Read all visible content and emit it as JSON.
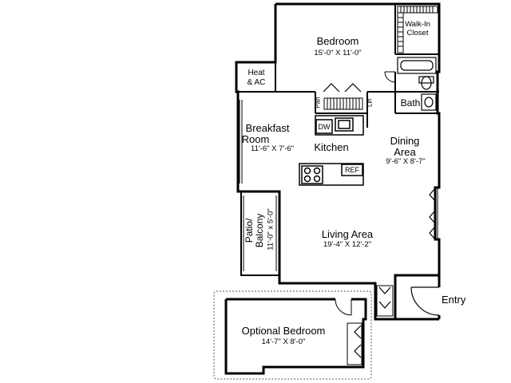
{
  "plan": {
    "rooms": {
      "bedroom": {
        "name": "Bedroom",
        "dims": "15'-0\" X 11'-0\""
      },
      "walk_in_closet": {
        "name_line1": "Walk-In",
        "name_line2": "Closet"
      },
      "heat_ac": {
        "line1": "Heat",
        "line2": "& AC"
      },
      "bath": {
        "name": "Bath"
      },
      "pantry": {
        "name": "Pan"
      },
      "linen": {
        "name": "Lin"
      },
      "breakfast_room": {
        "line1": "Breakfast",
        "line2": "Room",
        "dims": "11'-6\" X 7'-6\""
      },
      "kitchen": {
        "name": "Kitchen",
        "dw": "DW",
        "ref": "REF"
      },
      "dining_area": {
        "line1": "Dining",
        "line2": "Area",
        "dims": "9'-6\" X 8'-7\""
      },
      "patio": {
        "line1": "Patio/",
        "line2": "Balcony",
        "dims": "11'-0\" x 5'-0\""
      },
      "living_area": {
        "name": "Living Area",
        "dims": "19'-4\" X 12'-2\""
      },
      "entry": {
        "name": "Entry"
      },
      "optional_bedroom": {
        "name": "Optional Bedroom",
        "dims": "14'-7\" X 8'-0\""
      }
    },
    "colors": {
      "wall": "#000000",
      "background": "#ffffff",
      "dashed_outline": "#555555"
    }
  }
}
